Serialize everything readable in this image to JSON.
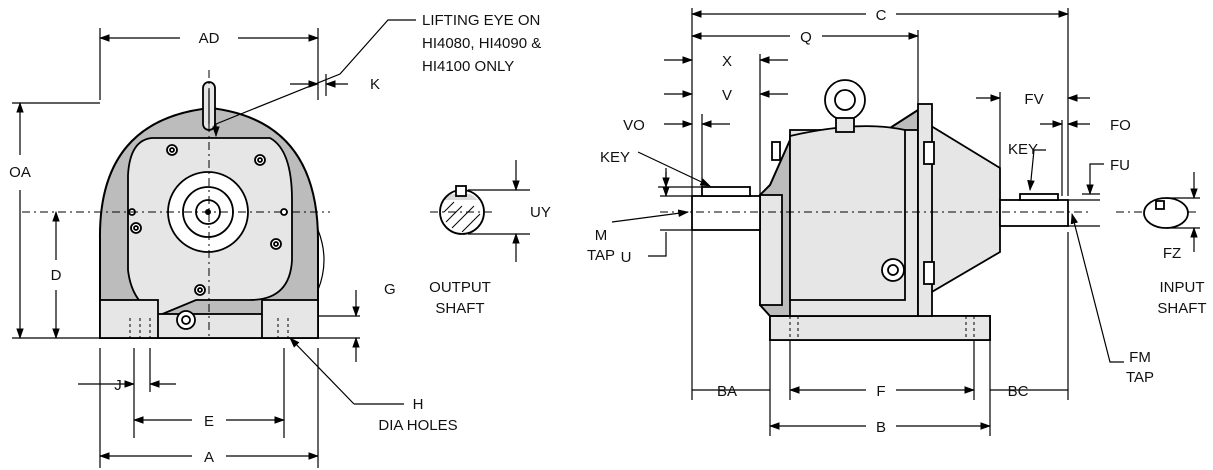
{
  "notes": {
    "lifting_eye": [
      "LIFTING EYE ON",
      "HI4080, HI4090 &",
      "HI4100 ONLY"
    ],
    "dia_holes": [
      "H",
      "DIA HOLES"
    ],
    "output_shaft": [
      "OUTPUT",
      "SHAFT"
    ],
    "input_shaft": [
      "INPUT",
      "SHAFT"
    ],
    "m_tap": [
      "M",
      "TAP"
    ],
    "fm_tap": [
      "FM",
      "TAP"
    ]
  },
  "front_view": {
    "dims": {
      "AD": "AD",
      "K": "K",
      "OA": "OA",
      "D": "D",
      "G": "G",
      "J": "J",
      "E": "E",
      "A": "A"
    }
  },
  "output_shaft_detail": {
    "dims": {
      "UY": "UY"
    }
  },
  "side_view": {
    "dims": {
      "C": "C",
      "Q": "Q",
      "X": "X",
      "V": "V",
      "VO": "VO",
      "KEY_LEFT": "KEY",
      "KEY_RIGHT": "KEY",
      "U": "U",
      "FV": "FV",
      "FO": "FO",
      "FU": "FU",
      "BA": "BA",
      "F": "F",
      "BC": "BC",
      "B": "B"
    }
  },
  "input_shaft_detail": {
    "dims": {
      "FZ": "FZ"
    }
  },
  "colors": {
    "casting": "#bcbcbc",
    "cover": "#e6e6e6",
    "line": "#000000"
  }
}
